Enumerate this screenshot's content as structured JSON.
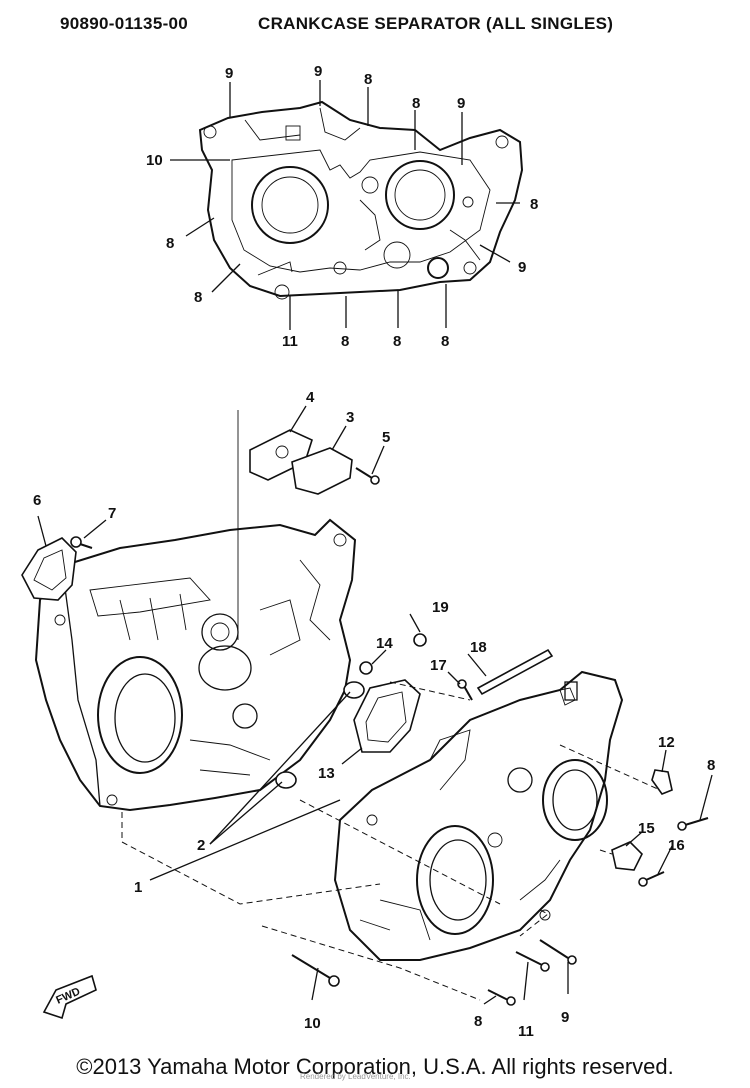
{
  "header": {
    "part_number": "90890-01135-00",
    "title": "CRANKCASE SEPARATOR (ALL SINGLES)"
  },
  "callouts": {
    "top_view": [
      "9",
      "9",
      "8",
      "8",
      "9",
      "10",
      "8",
      "8",
      "8",
      "9",
      "11",
      "8",
      "8",
      "8"
    ],
    "exploded_view": [
      "4",
      "3",
      "5",
      "6",
      "7",
      "19",
      "14",
      "18",
      "17",
      "13",
      "12",
      "8",
      "15",
      "16",
      "2",
      "1",
      "10",
      "8",
      "11",
      "9"
    ]
  },
  "fwd_label": "FWD",
  "footer": {
    "copyright": "©2013 Yamaha Motor Corporation, U.S.A. All rights reserved.",
    "watermark": "Rendered by LeadVenture, Inc."
  }
}
